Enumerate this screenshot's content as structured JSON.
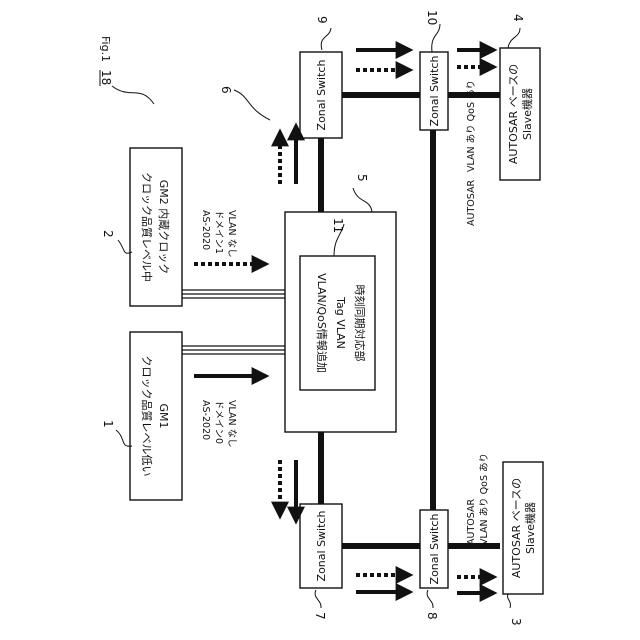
{
  "figure_label": "Fig.1",
  "refs": {
    "system": "18",
    "network": "6",
    "gm1": "1",
    "gm2": "2",
    "slave_top": "4",
    "slave_bottom": "3",
    "bridge": "5",
    "sync_unit": "11",
    "switch_tl": "9",
    "switch_tr": "10",
    "switch_bl": "7",
    "switch_br": "8"
  },
  "gm1": {
    "line1": "GM1",
    "line2": "クロック品質レベル低い"
  },
  "gm2": {
    "line1": "GM2 内蔵クロック",
    "line2": "クロック品質レベル中"
  },
  "sync_unit": {
    "line1": "時刻同期対応部",
    "line2": "Tag VLAN",
    "line3": "VLAN/QoS情報追加"
  },
  "switch_label": "Zonal Switch",
  "slave": {
    "line1": "AUTOSAR ベースの",
    "line2": "Slave機器"
  },
  "annotations": {
    "gm1_std": "AS-2020",
    "gm1_domain": "ドメイン0",
    "gm1_vlan": "VLAN なし",
    "gm2_std": "AS-2020",
    "gm2_domain": "ドメイン1",
    "gm2_vlan": "VLAN なし",
    "slave_top_autosar": "AUTOSAR",
    "slave_top_qos": "VLAN あり QoS あり",
    "slave_bottom_autosar": "AUTOSAR",
    "slave_bottom_qos": "VLAN あり QoS あり"
  }
}
